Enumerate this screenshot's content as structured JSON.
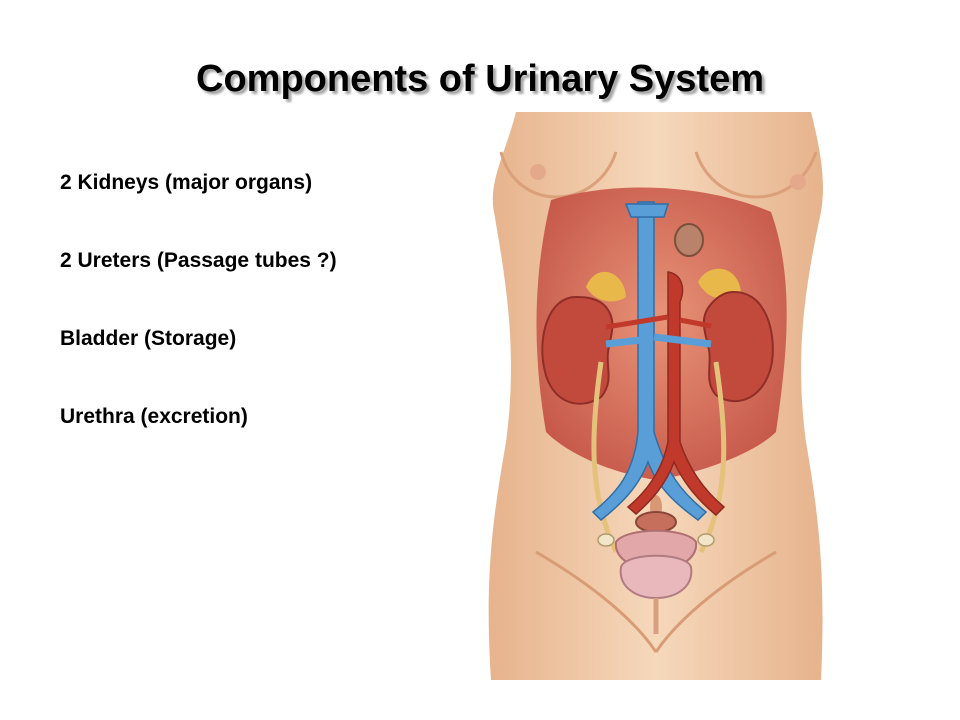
{
  "slide": {
    "title": "Components of Urinary System",
    "bullets": [
      "2 Kidneys (major organs)",
      "2 Ureters (Passage tubes ?)",
      "Bladder (Storage)",
      "Urethra (excretion)"
    ]
  },
  "colors": {
    "skin": "#f3cfae",
    "skin_shadow": "#e1a97f",
    "cavity": "#d9735a",
    "kidney": "#c24a3d",
    "vein": "#5a9ed8",
    "artery": "#c0392b",
    "adrenal": "#e8b84a",
    "ureter": "#e4c27c",
    "bladder": "#e0a0a8"
  },
  "icons": {
    "illustration": "urinary-system-anatomy-illustration"
  }
}
